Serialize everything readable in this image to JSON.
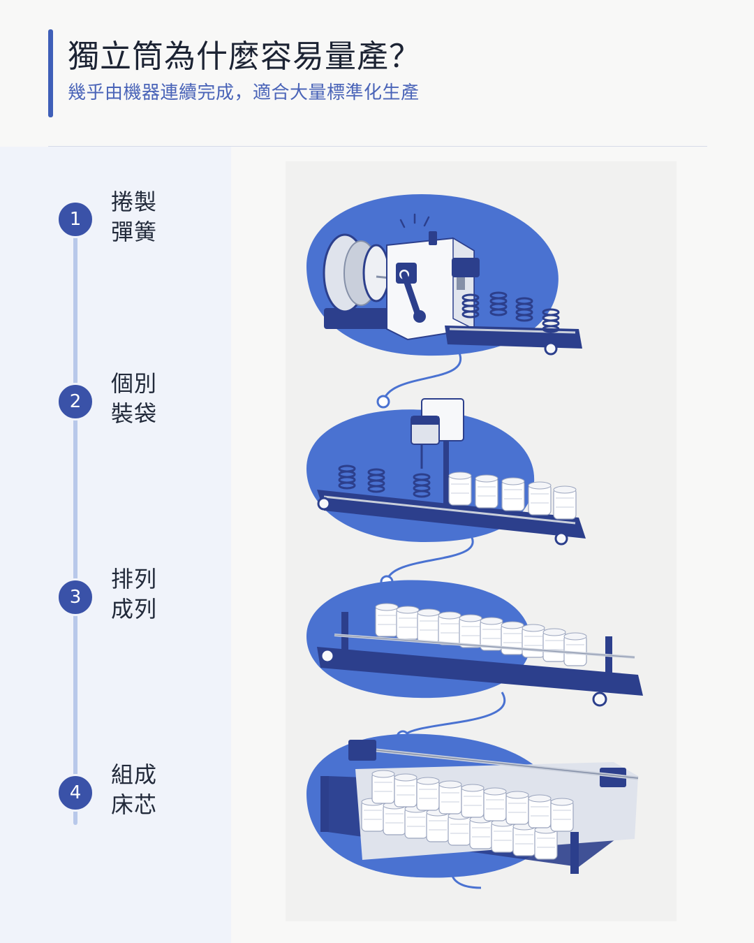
{
  "header": {
    "title": "獨立筒為什麼容易量產？",
    "subtitle": "幾乎由機器連續完成，適合大量標準化生產"
  },
  "steps": [
    {
      "number": "1",
      "line1": "捲製",
      "line2": "彈簧"
    },
    {
      "number": "2",
      "line1": "個別",
      "line2": "裝袋"
    },
    {
      "number": "3",
      "line1": "排列",
      "line2": "成列"
    },
    {
      "number": "4",
      "line1": "組成",
      "line2": "床芯"
    }
  ],
  "colors": {
    "accent": "#3f5fb8",
    "blob": "#4a72d1",
    "dark_blue": "#2c3f8c",
    "timeline": "#b8c8ea"
  }
}
